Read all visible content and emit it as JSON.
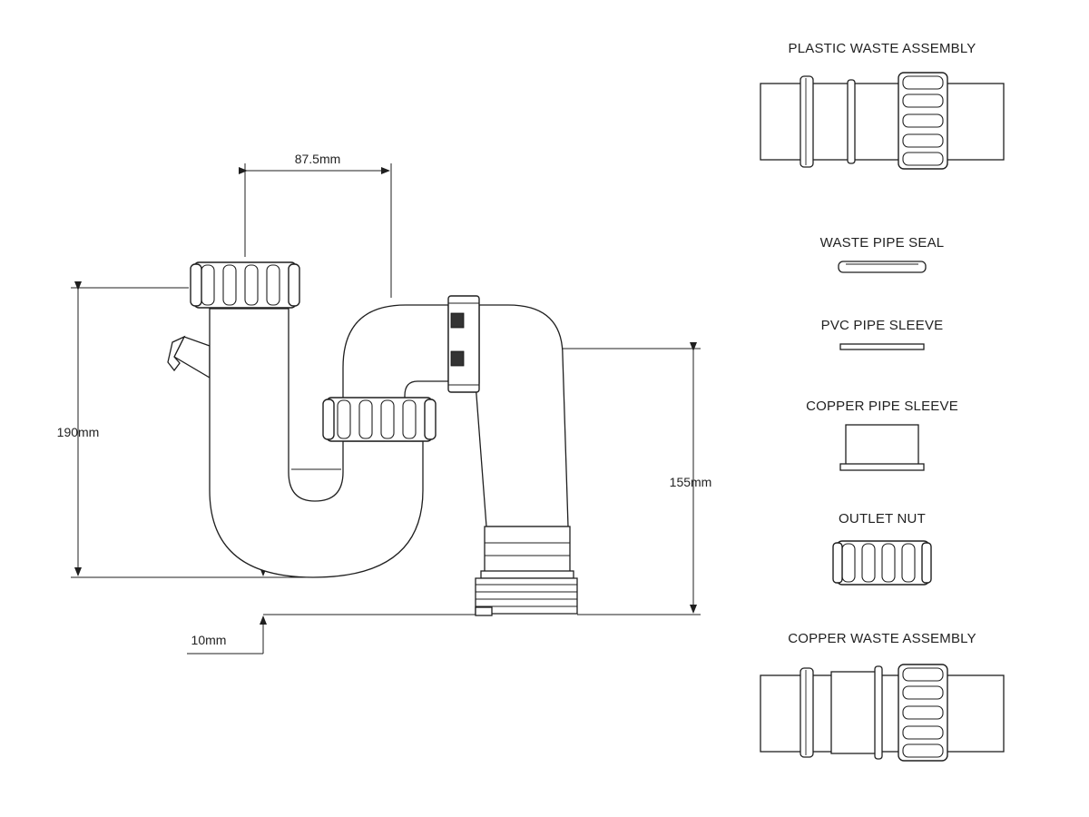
{
  "diagram": {
    "dimensions": {
      "inlet_to_outlet_offset": "87.5mm",
      "inlet_height": "190mm",
      "outlet_height": "155mm",
      "seal_offset": "10mm"
    },
    "components": {
      "plastic_waste_assembly": "PLASTIC WASTE ASSEMBLY",
      "waste_pipe_seal": "WASTE PIPE SEAL",
      "pvc_pipe_sleeve": "PVC PIPE SLEEVE",
      "copper_pipe_sleeve": "COPPER PIPE SLEEVE",
      "outlet_nut": "OUTLET NUT",
      "copper_waste_assembly": "COPPER WASTE ASSEMBLY"
    },
    "colors": {
      "line": "#1f1f1f",
      "background": "#ffffff"
    }
  }
}
